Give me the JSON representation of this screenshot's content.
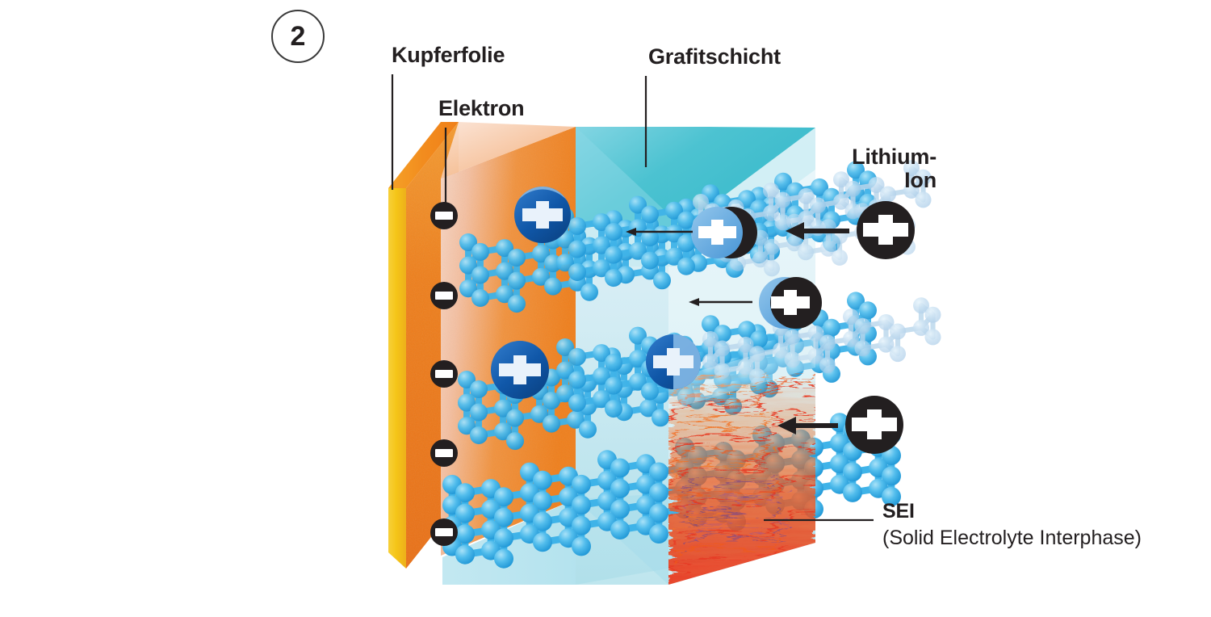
{
  "figure": {
    "step_number": "2",
    "labels": {
      "copper_foil": "Kupferfolie",
      "electron": "Elektron",
      "graphite_layer": "Grafitschicht",
      "lithium_ion_line1": "Lithium-",
      "lithium_ion_line2": "Ion",
      "sei_abbr": "SEI",
      "sei_full": "(Solid Electrolyte Interphase)"
    },
    "symbols": {
      "electron_glyph": "minus-sign",
      "lithium_ion_glyph": "plus-sign"
    },
    "colors": {
      "text": "#231f20",
      "copper_foil_edge": "#f5c518",
      "copper_foil_face": "#f0821e",
      "copper_foil_top": "#f59a22",
      "graphite_box_top": "#44c0cf",
      "graphite_box_front": "#dff2f6",
      "graphene_sphere": "#3fb3e8",
      "lithium_ion_blue": "#1057a8",
      "lithium_ion_light": "#6ba8e0",
      "ion_black": "#231f20",
      "sei_red": "#e8361c",
      "sei_orange": "#f37021",
      "sei_purple": "#6b3a8f"
    },
    "counts": {
      "electrons": 5,
      "ions_inside_graphite": 4,
      "ions_outside": 2,
      "graphene_sheets": 5,
      "incoming_arrows": 2,
      "internal_arrows": 2
    }
  }
}
